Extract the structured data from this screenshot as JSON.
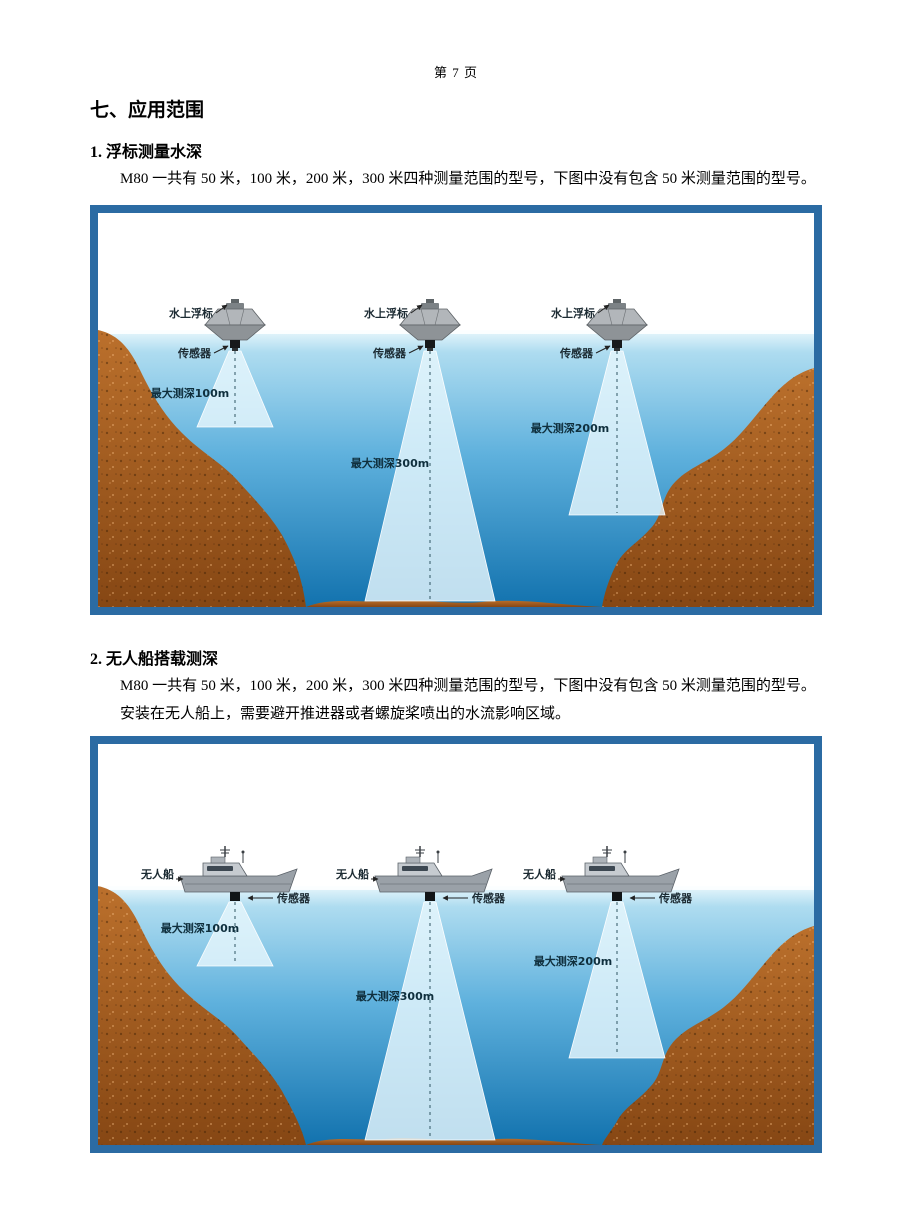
{
  "page": {
    "number_label": "第 7 页"
  },
  "section_title": "七、应用范围",
  "sub1": {
    "heading": "1. 浮标测量水深",
    "paragraph": "M80 一共有 50 米，100 米，200 米，300 米四种测量范围的型号，下图中没有包含 50 米测量范围的型号。"
  },
  "fig1": {
    "float_label": "水上浮标",
    "sensor_label": "传感器",
    "depth_labels": [
      "最大测深100m",
      "最大测深300m",
      "最大测深200m"
    ]
  },
  "sub2": {
    "heading": "2. 无人船搭载测深",
    "paragraph1": "M80 一共有 50 米，100 米，200 米，300 米四种测量范围的型号，下图中没有包含 50 米测量范围的型号。",
    "paragraph2": "安装在无人船上，需要避开推进器或者螺旋桨喷出的水流影响区域。"
  },
  "fig2": {
    "boat_label": "无人船",
    "sensor_label": "传感器",
    "depth_labels": [
      "最大测深100m",
      "最大测深300m",
      "最大测深200m"
    ]
  },
  "colors": {
    "frame_blue": "#2b6ba3",
    "water_deep": "#1272ae",
    "water_surface": "#bfe3f2",
    "sand_brown": "#a35c1e"
  }
}
